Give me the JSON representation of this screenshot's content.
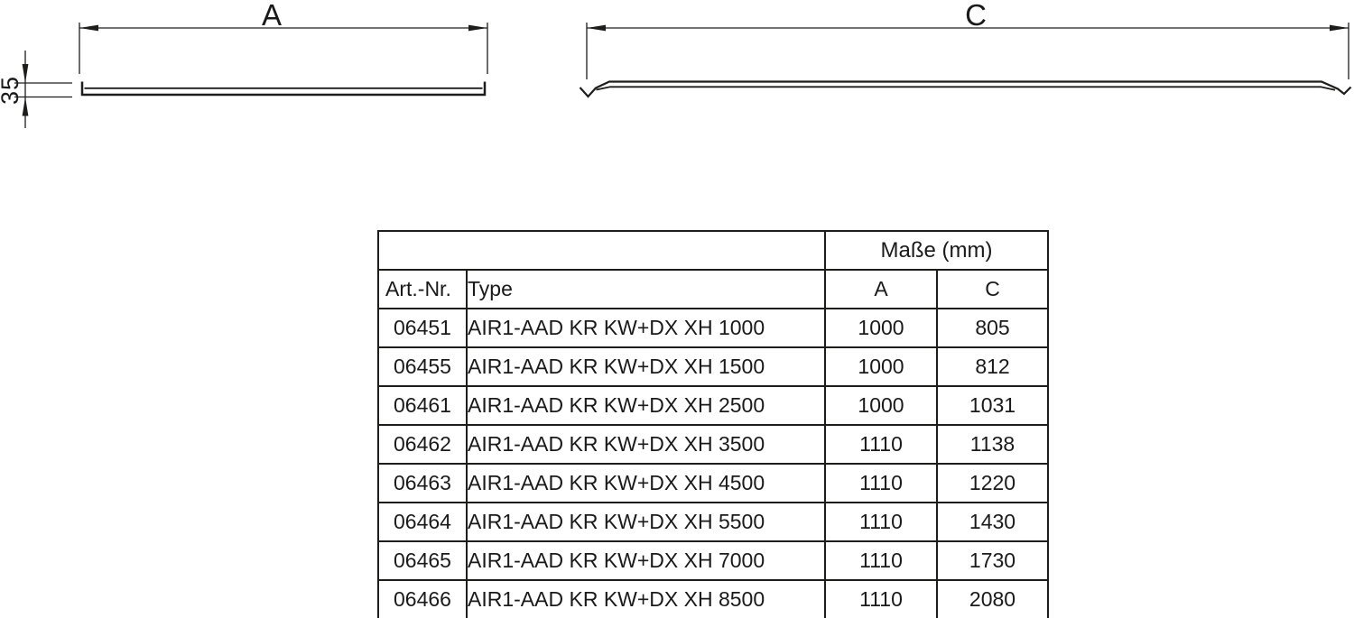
{
  "drawing_left": {
    "width_dim_label": "A",
    "height_dim_label": "35"
  },
  "drawing_right": {
    "width_dim_label": "C"
  },
  "table": {
    "measure_header": "Maße (mm)",
    "col_art": "Art.-Nr.",
    "col_type": "Type",
    "col_a": "A",
    "col_c": "C",
    "rows": [
      {
        "art": "06451",
        "type": "AIR1-AAD KR KW+DX XH 1000",
        "a": "1000",
        "c": "805"
      },
      {
        "art": "06455",
        "type": "AIR1-AAD KR KW+DX XH 1500",
        "a": "1000",
        "c": "812"
      },
      {
        "art": "06461",
        "type": "AIR1-AAD KR KW+DX XH 2500",
        "a": "1000",
        "c": "1031"
      },
      {
        "art": "06462",
        "type": "AIR1-AAD KR KW+DX XH 3500",
        "a": "1110",
        "c": "1138"
      },
      {
        "art": "06463",
        "type": "AIR1-AAD KR KW+DX XH 4500",
        "a": "1110",
        "c": "1220"
      },
      {
        "art": "06464",
        "type": "AIR1-AAD KR KW+DX XH 5500",
        "a": "1110",
        "c": "1430"
      },
      {
        "art": "06465",
        "type": "AIR1-AAD KR KW+DX XH 7000",
        "a": "1110",
        "c": "1730"
      },
      {
        "art": "06466",
        "type": "AIR1-AAD KR KW+DX XH 8500",
        "a": "1110",
        "c": "2080"
      }
    ]
  }
}
